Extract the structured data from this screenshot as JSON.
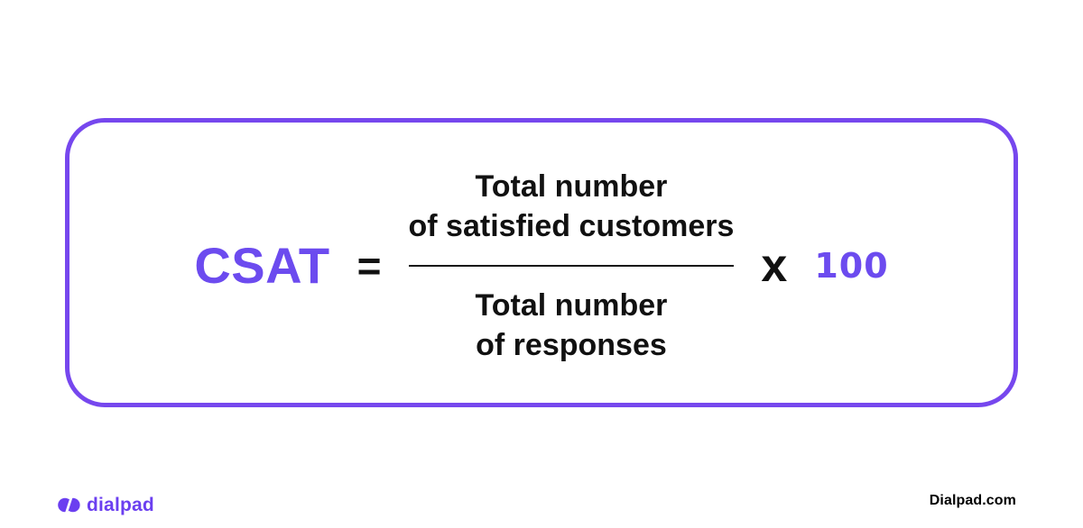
{
  "card": {
    "metric": "CSAT",
    "equals": "=",
    "fraction": {
      "numerator": [
        "Total number",
        "of satisfied customers"
      ],
      "denominator": [
        "Total number",
        "of responses"
      ]
    },
    "multiply": "x",
    "multiplier": "100"
  },
  "footer": {
    "brand": "dialpad",
    "website": "Dialpad.com"
  },
  "colors": {
    "accent_purple": "#6C4BEF",
    "border_purple": "#7647EE",
    "logo_purple": "#6B3FF0",
    "text_black": "#111111"
  },
  "icons": {
    "brand_logo": "dialpad-logo-icon"
  }
}
